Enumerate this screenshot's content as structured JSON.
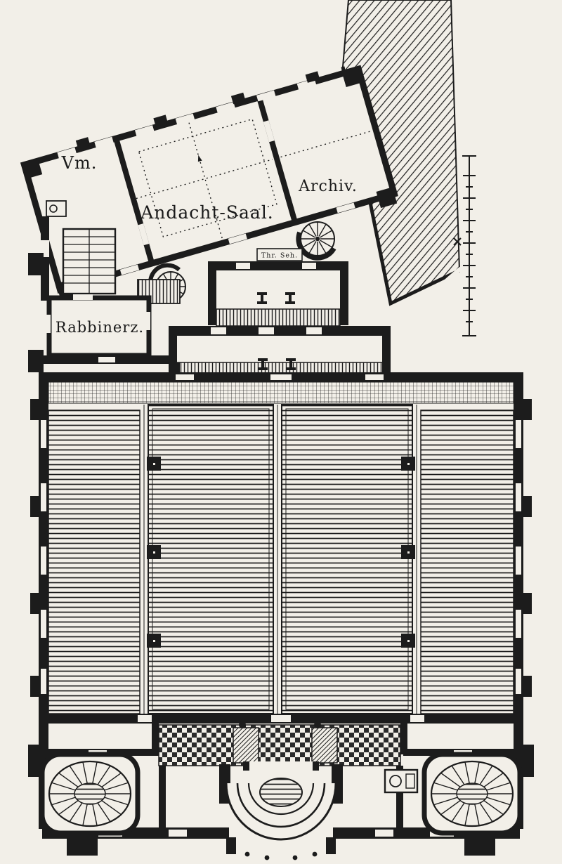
{
  "meta": {
    "drawing_type": "building floor plan (synagogue ground plan)"
  },
  "colors": {
    "paper": "#f2efe8",
    "ink": "#1c1c1c"
  },
  "labels": {
    "vm": "Vm.",
    "andacht_saal": "Andacht-Saal.",
    "archiv": "Archiv.",
    "rabbinerzimmer": "Rabbinerz.",
    "tuer_schild": "Thr. Seh."
  }
}
